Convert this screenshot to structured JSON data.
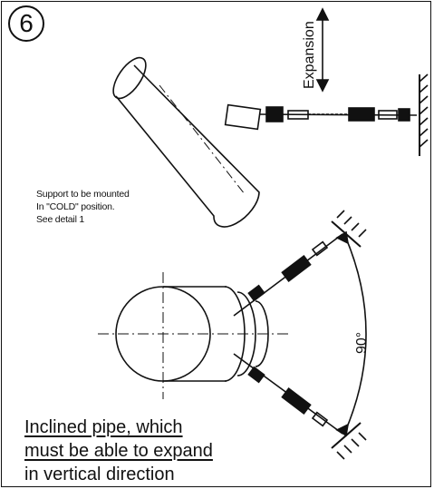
{
  "step_number": "6",
  "labels": {
    "expansion": "Expansion",
    "angle": "90°"
  },
  "note": {
    "line1": "Support to be mounted",
    "line2": "In \"COLD\" position.",
    "line3": "See detail 1"
  },
  "caption": {
    "line1": "Inclined pipe, which",
    "line2": "must be able to expand",
    "line3": "in vertical direction"
  }
}
